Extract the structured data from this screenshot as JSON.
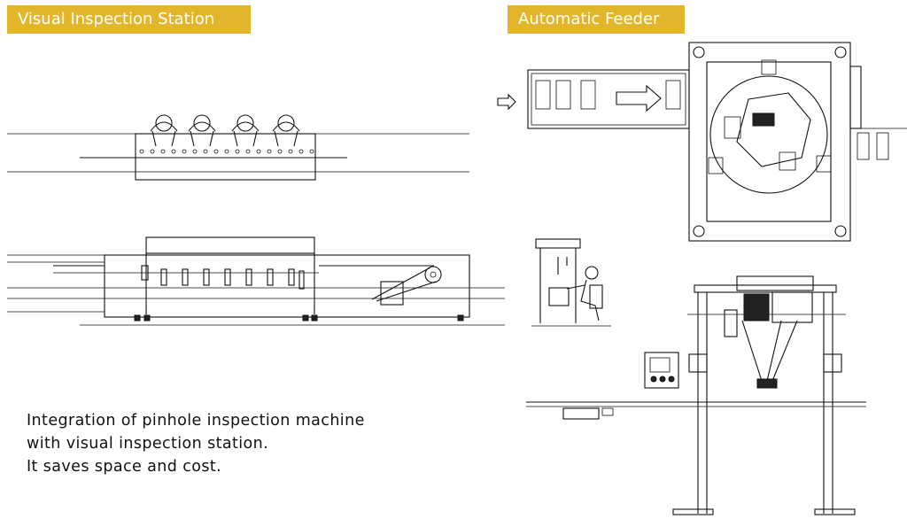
{
  "tags": {
    "left": "Visual Inspection Station",
    "right": "Automatic Feeder"
  },
  "caption": {
    "line1": "Integration of pinhole inspection machine",
    "line2": "with visual inspection station.",
    "line3": "It saves space and cost."
  },
  "colors": {
    "tag_background": "#e3b52a",
    "tag_text": "#ffffff",
    "line": "#111111"
  }
}
